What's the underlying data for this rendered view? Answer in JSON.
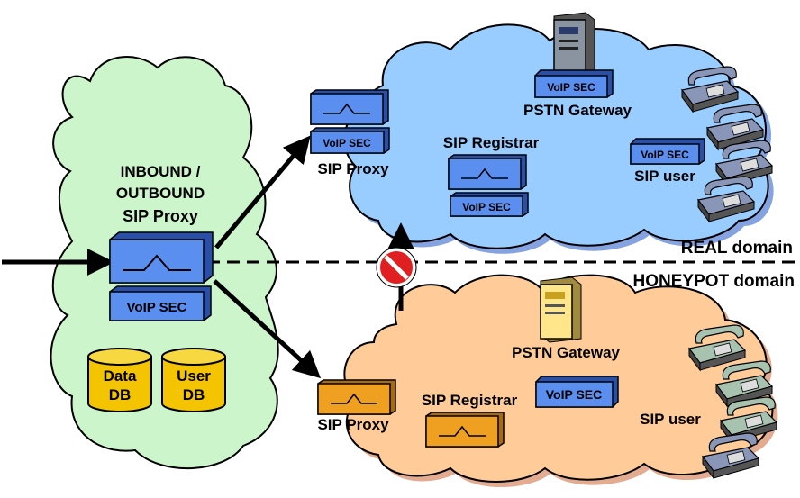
{
  "inbound": {
    "title_line1": "INBOUND /",
    "title_line2": "OUTBOUND",
    "title_line3": "SIP Proxy",
    "voip_sec": "VoIP SEC",
    "data_db_line1": "Data",
    "data_db_line2": "DB",
    "user_db_line1": "User",
    "user_db_line2": "DB"
  },
  "real": {
    "domain_label": "REAL domain",
    "sip_proxy": "SIP Proxy",
    "proxy_voip_sec": "VoIP SEC",
    "pstn_gateway": "PSTN Gateway",
    "gateway_voip_sec": "VoIP SEC",
    "sip_registrar": "SIP Registrar",
    "registrar_voip_sec": "VoIP SEC",
    "sip_user": "SIP user",
    "user_voip_sec": "VoIP SEC"
  },
  "honeypot": {
    "domain_label": "HONEYPOT domain",
    "sip_proxy": "SIP Proxy",
    "pstn_gateway": "PSTN Gateway",
    "sip_registrar": "SIP Registrar",
    "voip_sec": "VoIP SEC",
    "sip_user": "SIP user"
  },
  "colors": {
    "inbound_cloud": "#ccf5cc",
    "real_cloud": "#99ccff",
    "honeypot_cloud": "#ffcc99",
    "device_blue": "#5a8ff0",
    "device_orange": "#f0a020",
    "db_yellow": "#f5c400",
    "block_red": "#e02020"
  }
}
